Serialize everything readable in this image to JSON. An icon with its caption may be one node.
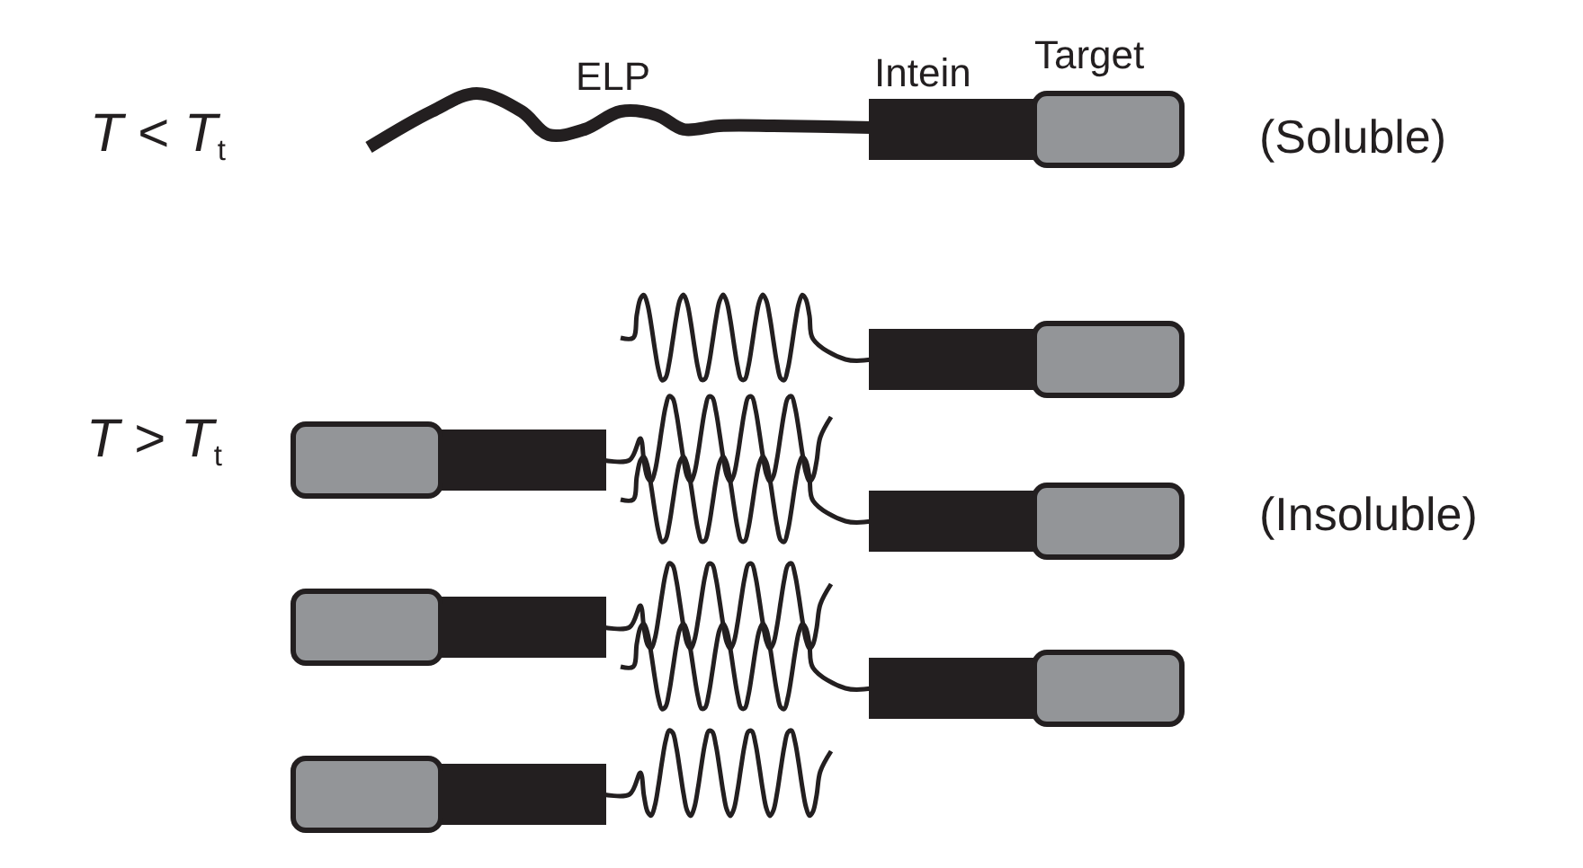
{
  "diagram": {
    "labels": [
      "ELP",
      "Intein",
      "Target",
      "*T* < *T*$_{t}$",
      "(Soluble)",
      "*T* > *T*$_{t}$",
      "(Insoluble)"
    ]
  }
}
